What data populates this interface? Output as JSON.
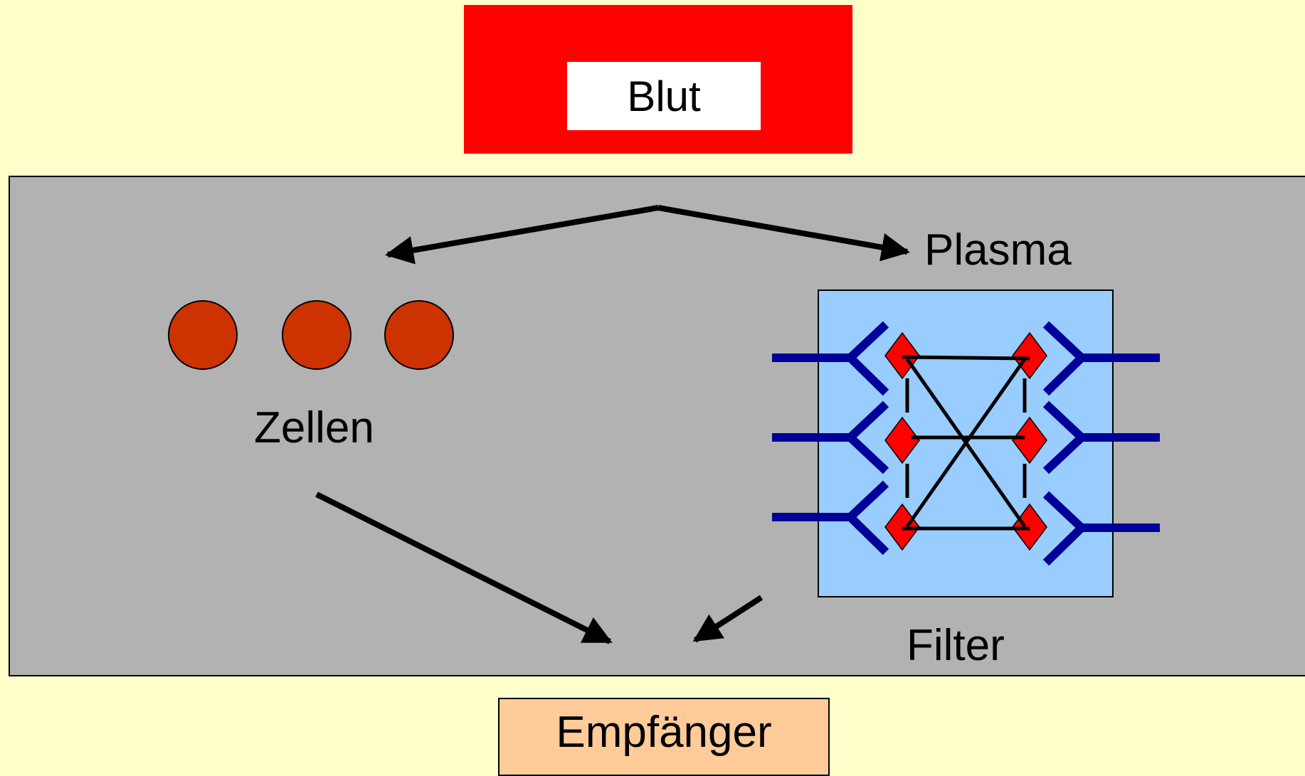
{
  "labels": {
    "blut": "Blut",
    "plasma": "Plasma",
    "zellen": "Zellen",
    "filter": "Filter",
    "empfaenger": "Empfänger"
  },
  "colors": {
    "background": "#ffffcc",
    "blood": "#ff0000",
    "panel": "#b2b2b2",
    "filter": "#99ccff",
    "cell": "#cc3300",
    "antibody": "#000099",
    "antigen": "#ff0000",
    "recipient": "#ffcc99"
  },
  "icons": {
    "cells": "blood-cell-icon",
    "antibody": "y-shaped-antibody-icon",
    "antigen": "diamond-antigen-icon"
  }
}
